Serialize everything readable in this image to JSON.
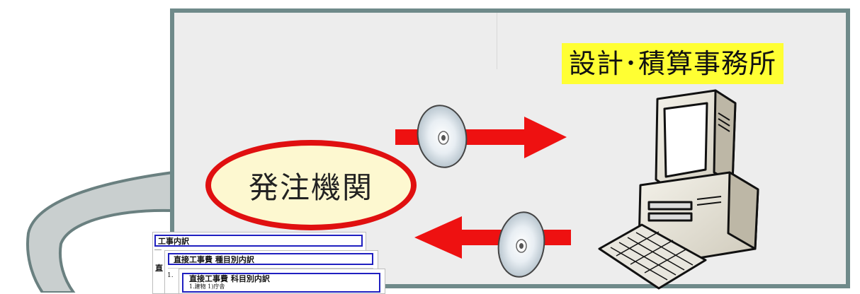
{
  "office": {
    "label": "設計･積算事務所"
  },
  "client": {
    "label": "発注機関"
  },
  "documents": [
    {
      "title": "工事内訳",
      "side_mark": "直"
    },
    {
      "title": "直接工事費 種目別内訳",
      "side_mark": "1."
    },
    {
      "title": "直接工事費 科目別内訳",
      "sub": "1.建物 1)庁舎"
    }
  ],
  "colors": {
    "frame_border": "#6f8a8a",
    "arrow": "#ee1111",
    "office_highlight": "#ffff33",
    "ellipse_border": "#e01010",
    "ellipse_fill": "#fdf8d0",
    "doc_box_border": "#2020c0"
  },
  "icons": [
    "cd-disc-icon",
    "computer-icon",
    "keyboard-icon",
    "arrow-right-icon",
    "arrow-left-icon",
    "cycle-band"
  ]
}
